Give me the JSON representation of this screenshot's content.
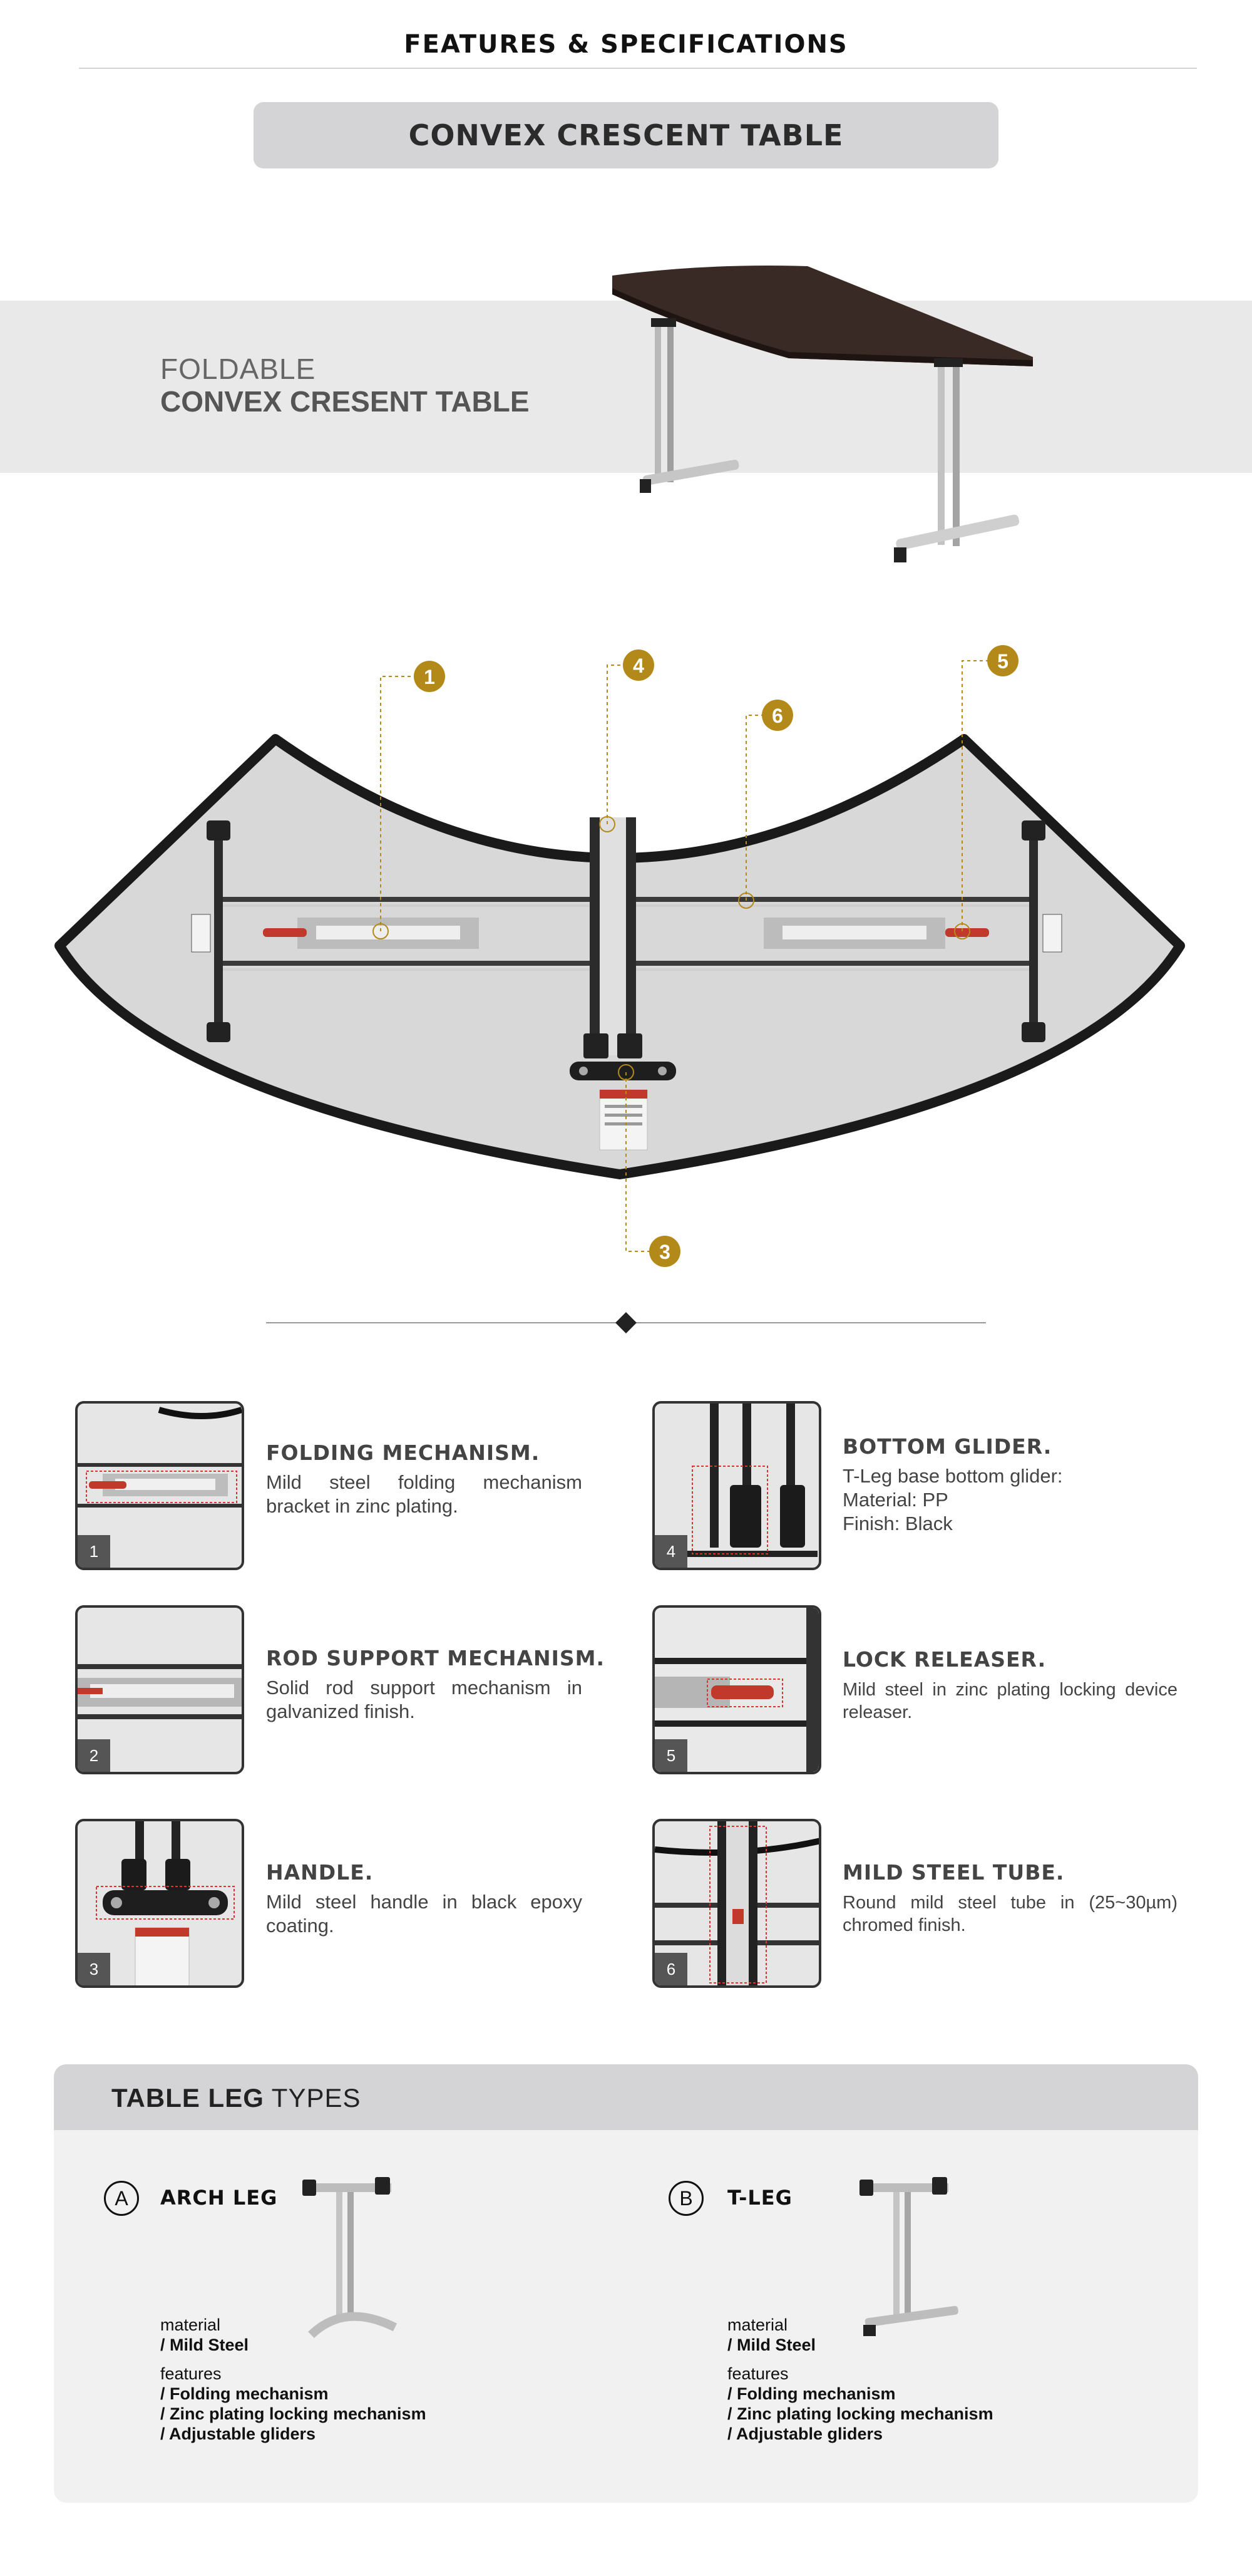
{
  "header": {
    "title": "FEATURES & SPECIFICATIONS",
    "product_name": "CONVEX CRESCENT TABLE"
  },
  "hero": {
    "line1": "FOLDABLE",
    "line2": "CONVEX CRESENT TABLE"
  },
  "diagram": {
    "callouts": [
      "1",
      "4",
      "6",
      "5",
      "3"
    ]
  },
  "features": [
    {
      "num": "1",
      "title": "FOLDING MECHANISM.",
      "desc": "Mild steel folding mechanism bracket in zinc plating."
    },
    {
      "num": "4",
      "title": "BOTTOM GLIDER.",
      "desc_lines": [
        "T-Leg base bottom glider:",
        "Material: PP",
        "Finish: Black"
      ]
    },
    {
      "num": "2",
      "title": "ROD SUPPORT MECHANISM.",
      "desc": "Solid rod support mechanism in galvanized finish."
    },
    {
      "num": "5",
      "title": "LOCK RELEASER.",
      "desc": "Mild steel in zinc plating locking device releaser."
    },
    {
      "num": "3",
      "title": "HANDLE.",
      "desc": "Mild steel handle in black epoxy coating."
    },
    {
      "num": "6",
      "title": "MILD STEEL TUBE.",
      "desc": "Round mild steel tube in (25~30µm) chromed finish."
    }
  ],
  "leg_types": {
    "heading_bold": "TABLE LEG",
    "heading_rest": " TYPES",
    "items": [
      {
        "letter": "A",
        "name": "ARCH LEG",
        "material_label": "material",
        "material": "/ Mild Steel",
        "features_label": "features",
        "features": [
          "/ Folding mechanism",
          "/ Zinc plating locking mechanism",
          "/ Adjustable gliders"
        ]
      },
      {
        "letter": "B",
        "name": "T-LEG",
        "material_label": "material",
        "material": "/ Mild Steel",
        "features_label": "features",
        "features": [
          "/ Folding mechanism",
          "/ Zinc plating locking mechanism",
          "/ Adjustable gliders"
        ]
      }
    ]
  },
  "colors": {
    "callout_gold": "#b38a1a",
    "table_top": "#3a2a26",
    "panel_grey": "#d4d4d6"
  }
}
